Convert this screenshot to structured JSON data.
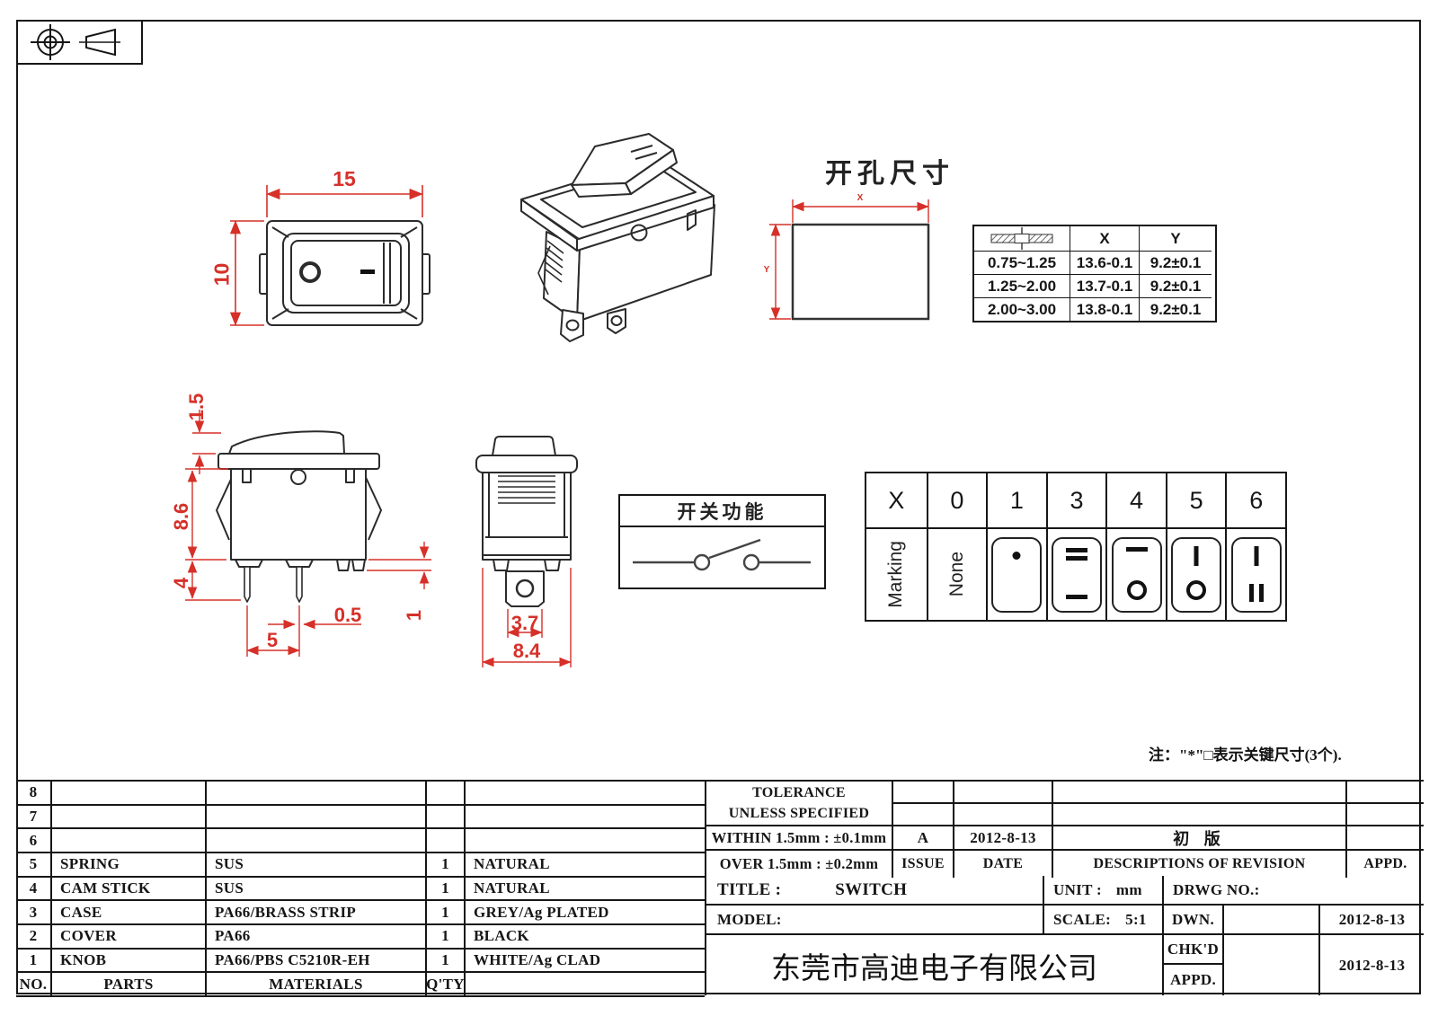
{
  "front_view": {
    "width_dim": "15",
    "height_dim": "10"
  },
  "cutout": {
    "title": "开孔尺寸",
    "x_label": "X",
    "y_label": "Y"
  },
  "panel_table": {
    "col_x": "X",
    "col_y": "Y",
    "rows": [
      {
        "thickness": "0.75~1.25",
        "x": "13.6-0.1",
        "y": "9.2±0.1"
      },
      {
        "thickness": "1.25~2.00",
        "x": "13.7-0.1",
        "y": "9.2±0.1"
      },
      {
        "thickness": "2.00~3.00",
        "x": "13.8-0.1",
        "y": "9.2±0.1"
      }
    ]
  },
  "side_view": {
    "rocker_height": "1.5",
    "body_height": "8.6",
    "pin_length": "4",
    "pin_pitch": "5",
    "pin_thickness": "0.5",
    "tab_height": "1"
  },
  "end_view": {
    "terminal_width": "3.7",
    "body_width": "8.4"
  },
  "function_box": {
    "title": "开关功能"
  },
  "marking_table": {
    "headers": [
      "X",
      "0",
      "1",
      "3",
      "4",
      "5",
      "6"
    ],
    "row_label": "Marking",
    "none_label": "None",
    "symbols": [
      "none",
      "dot",
      "double-bar over bar",
      "bar over circle",
      "line over circle",
      "line over double-line"
    ]
  },
  "note": "注：\"*\"□表示关键尺寸(3个).",
  "parts_table": {
    "rows": [
      {
        "no": "8",
        "part": "",
        "material": "",
        "qty": "",
        "finish": ""
      },
      {
        "no": "7",
        "part": "",
        "material": "",
        "qty": "",
        "finish": ""
      },
      {
        "no": "6",
        "part": "",
        "material": "",
        "qty": "",
        "finish": ""
      },
      {
        "no": "5",
        "part": "SPRING",
        "material": "SUS",
        "qty": "1",
        "finish": "NATURAL"
      },
      {
        "no": "4",
        "part": "CAM STICK",
        "material": "SUS",
        "qty": "1",
        "finish": "NATURAL"
      },
      {
        "no": "3",
        "part": "CASE",
        "material": "PA66/BRASS STRIP",
        "qty": "1",
        "finish": "GREY/Ag PLATED"
      },
      {
        "no": "2",
        "part": "COVER",
        "material": "PA66",
        "qty": "1",
        "finish": "BLACK"
      },
      {
        "no": "1",
        "part": "KNOB",
        "material": "PA66/PBS C5210R-EH",
        "qty": "1",
        "finish": "WHITE/Ag CLAD"
      }
    ],
    "footer": {
      "no": "NO.",
      "part": "PARTS",
      "material": "MATERIALS",
      "qty": "Q'TY",
      "finish": ""
    }
  },
  "tolerance_block": {
    "title": "TOLERANCE",
    "subtitle": "UNLESS  SPECIFIED",
    "within": "WITHIN 1.5mm : ±0.1mm",
    "over": "OVER 1.5mm : ±0.2mm"
  },
  "revision_block": {
    "issue_value": "A",
    "date_value": "2012-8-13",
    "description_value": "初 版",
    "issue_label": "ISSUE",
    "date_label": "DATE",
    "description_label": "DESCRIPTIONS OF REVISION",
    "appd_label": "APPD."
  },
  "title_block": {
    "title_label": "TITLE :",
    "title_value": "SWITCH",
    "unit_label": "UNIT :",
    "unit_value": "mm",
    "drwg_label": "DRWG NO.:",
    "model_label": "MODEL:",
    "scale_label": "SCALE:",
    "scale_value": "5:1",
    "dwn_label": "DWN.",
    "dwn_date": "2012-8-13",
    "chkd_label": "CHK'D",
    "chkd_appd_date": "2012-8-13",
    "appd_label": "APPD.",
    "company": "东莞市高迪电子有限公司"
  },
  "colors": {
    "dimension_red": "#d63029",
    "line_black": "#161616"
  }
}
